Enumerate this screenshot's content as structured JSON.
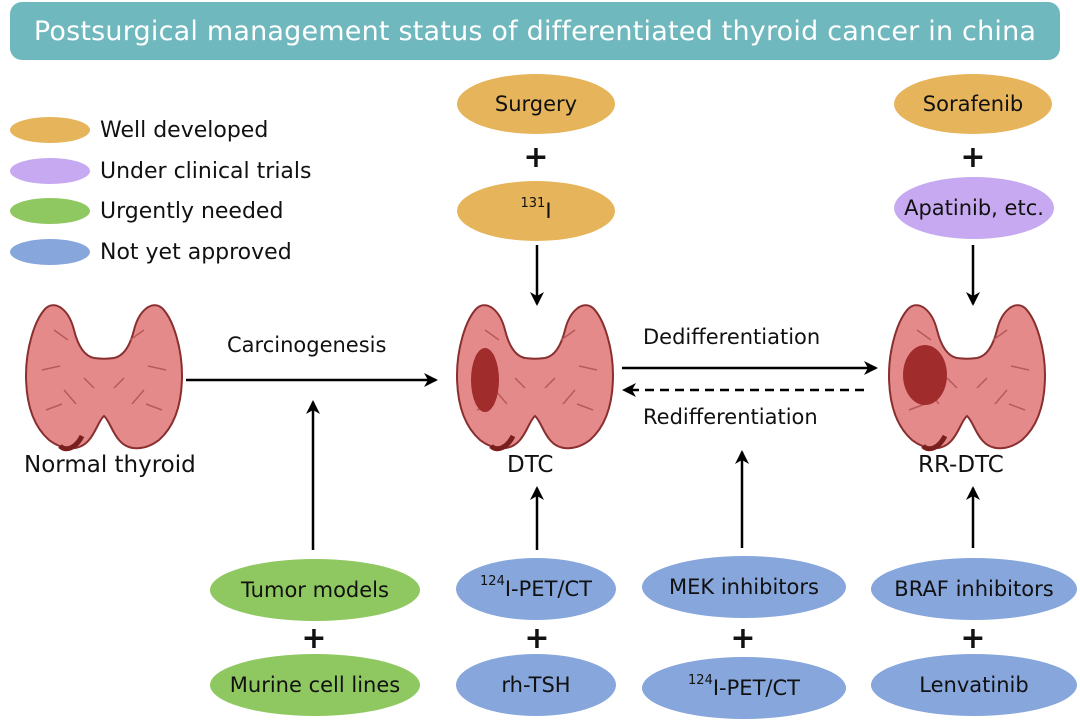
{
  "title": "Postsurgical management status of differentiated thyroid cancer in china",
  "legend": [
    {
      "label": "Well developed",
      "color": "#e6b45a"
    },
    {
      "label": "Under clinical trials",
      "color": "#c6a9f0"
    },
    {
      "label": "Urgently needed",
      "color": "#8fc860"
    },
    {
      "label": "Not yet approved",
      "color": "#86a6dc"
    }
  ],
  "nodes": {
    "normal": "Normal thyroid",
    "dtc": "DTC",
    "rr_dtc": "RR-DTC"
  },
  "arrows": {
    "carcinogenesis": "Carcinogenesis",
    "dedifferentiation": "Dedifferentiation",
    "redifferentiation": "Redifferentiation"
  },
  "treatments": {
    "surgery": "Surgery",
    "i131_sup": "131",
    "i131_rest": "I",
    "sorafenib": "Sorafenib",
    "apatinib": "Apatinib, etc.",
    "tumor_models": "Tumor models",
    "murine": "Murine cell lines",
    "pet1_sup": "124",
    "pet1_rest": "I-PET/CT",
    "rhtsh": "rh-TSH",
    "mek": "MEK inhibitors",
    "pet2_sup": "124",
    "pet2_rest": "I-PET/CT",
    "braf": "BRAF inhibitors",
    "lenvatinib": "Lenvatinib"
  },
  "plus": "+",
  "colors": {
    "well_developed": "#e6b45a",
    "clinical_trials": "#c6a9f0",
    "urgently_needed": "#8fc860",
    "not_approved": "#86a6dc",
    "title_bar": "#6fb8be",
    "thyroid": "#e58a8a",
    "tumor": "#a02c2c"
  }
}
